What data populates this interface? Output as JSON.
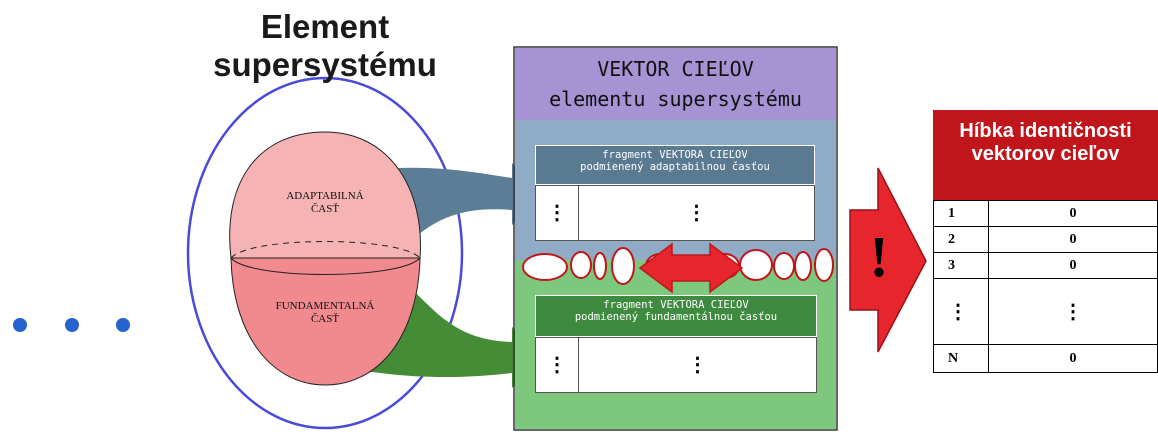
{
  "title": "Element supersystému",
  "ellipsis": "• • •",
  "parts": {
    "adaptive": "ADAPTABILNÁ ČASŤ",
    "fundamental": "FUNDAMENTALNÁ ČASŤ"
  },
  "vector_header": {
    "line1": "VEKTOR CIEĽOV",
    "line2": "elementu supersystému"
  },
  "fragments": [
    {
      "line1": "fragment VEKTORA CIEĽOV",
      "line2": "podmienený adaptabilnou časťou",
      "cell1": "⋮",
      "cell2": "⋮"
    },
    {
      "line1": "fragment VEKTORA CIEĽOV",
      "line2": "podmienený fundamentálnou časťou",
      "cell1": "⋮",
      "cell2": "⋮"
    }
  ],
  "warning_symbol": "!",
  "depth_table": {
    "header": "Híbka identičnosti vektorov cieľov",
    "rows": [
      {
        "key": "1",
        "value": "0"
      },
      {
        "key": "2",
        "value": "0"
      },
      {
        "key": "3",
        "value": "0"
      },
      {
        "key": "⋮",
        "value": "⋮"
      },
      {
        "key": "N",
        "value": "0"
      }
    ]
  },
  "colors": {
    "vector_header": "#a593d3",
    "adaptive_panel": "#8fabc5",
    "fundamental_panel": "#7ec87e",
    "adaptive_fragment_head": "#5a7a92",
    "fundamental_fragment_head": "#3e8a3e",
    "adaptive_arrow": "#5c7d96",
    "fundamental_arrow": "#458c36",
    "adaptive_part": "#f6b3b3",
    "fundamental_part": "#f08a8f",
    "warning_arrow": "#e6262c",
    "table_header": "#c0151b",
    "outer_ellipse": "#4a4ad8",
    "dots": "#2563cf"
  }
}
